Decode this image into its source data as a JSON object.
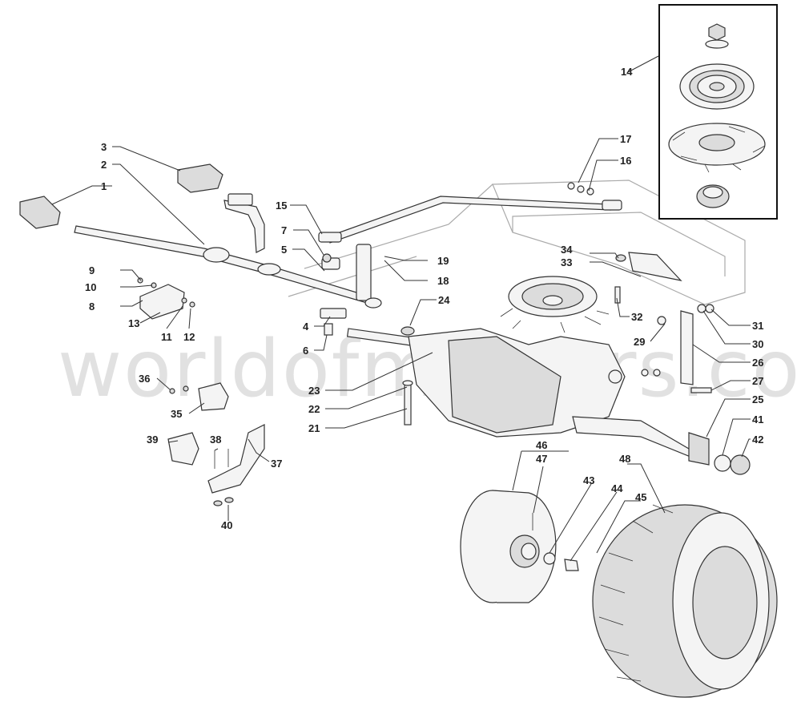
{
  "watermark": "worldofmowers.co.uk",
  "callouts": [
    "1",
    "2",
    "3",
    "4",
    "5",
    "6",
    "7",
    "8",
    "9",
    "10",
    "11",
    "12",
    "13",
    "14",
    "15",
    "16",
    "17",
    "18",
    "19",
    "21",
    "22",
    "23",
    "24",
    "25",
    "26",
    "27",
    "29",
    "30",
    "31",
    "32",
    "33",
    "34",
    "35",
    "36",
    "37",
    "38",
    "39",
    "40",
    "41",
    "42",
    "43",
    "44",
    "45",
    "46",
    "47",
    "48"
  ]
}
